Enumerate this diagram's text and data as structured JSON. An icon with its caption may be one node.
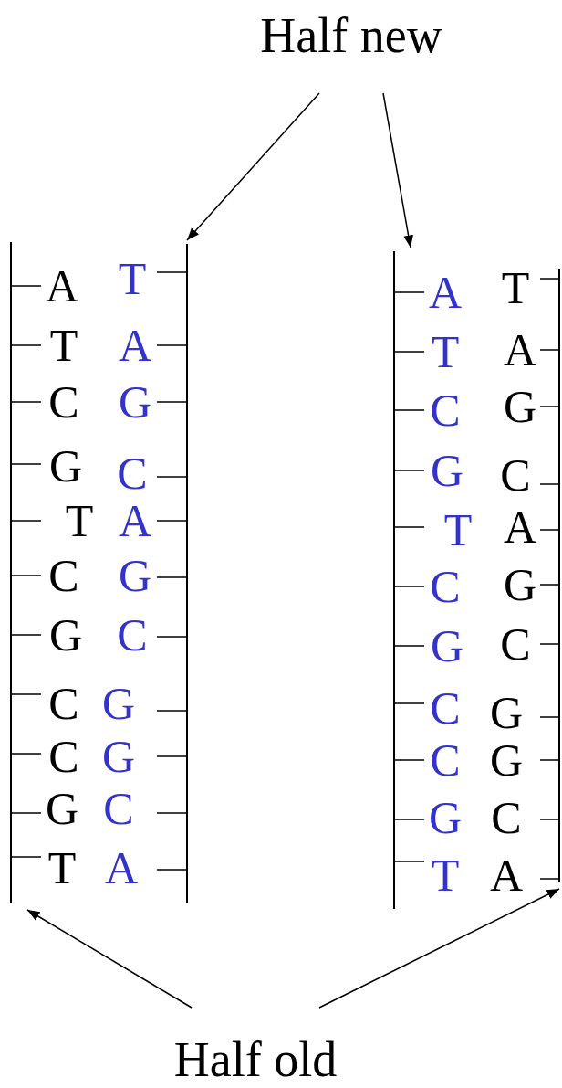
{
  "diagram": {
    "nodes": [
      {
        "text": [
          "Half new"
        ]
      },
      {
        "text": [],
        "shape": "bar",
        "beside": [
          "A",
          "T",
          "C",
          "G",
          "T",
          "C",
          "G",
          "C",
          "C",
          "G",
          "T"
        ]
      },
      {
        "text": [],
        "shape": "bar",
        "beside": [
          "T",
          "A",
          "G",
          "C",
          "A",
          "G",
          "C",
          "G",
          "G",
          "C",
          "A"
        ]
      },
      {
        "text": [],
        "shape": "bar",
        "beside": [
          "A",
          "T",
          "C",
          "G",
          "T",
          "C",
          "G",
          "C",
          "C",
          "G",
          "T"
        ]
      },
      {
        "text": [],
        "shape": "bar",
        "beside": [
          "T",
          "A",
          "G",
          "C",
          "A",
          "G",
          "C",
          "G",
          "G",
          "C",
          "A"
        ]
      },
      {
        "text": [
          "Half old"
        ]
      }
    ],
    "edges": [
      {
        "from": 0,
        "to": 2,
        "arrow": "to"
      },
      {
        "from": 0,
        "to": 3,
        "arrow": "to"
      },
      {
        "from": 5,
        "to": 1,
        "arrow": "to"
      },
      {
        "from": 5,
        "to": 4,
        "arrow": "to"
      }
    ]
  }
}
